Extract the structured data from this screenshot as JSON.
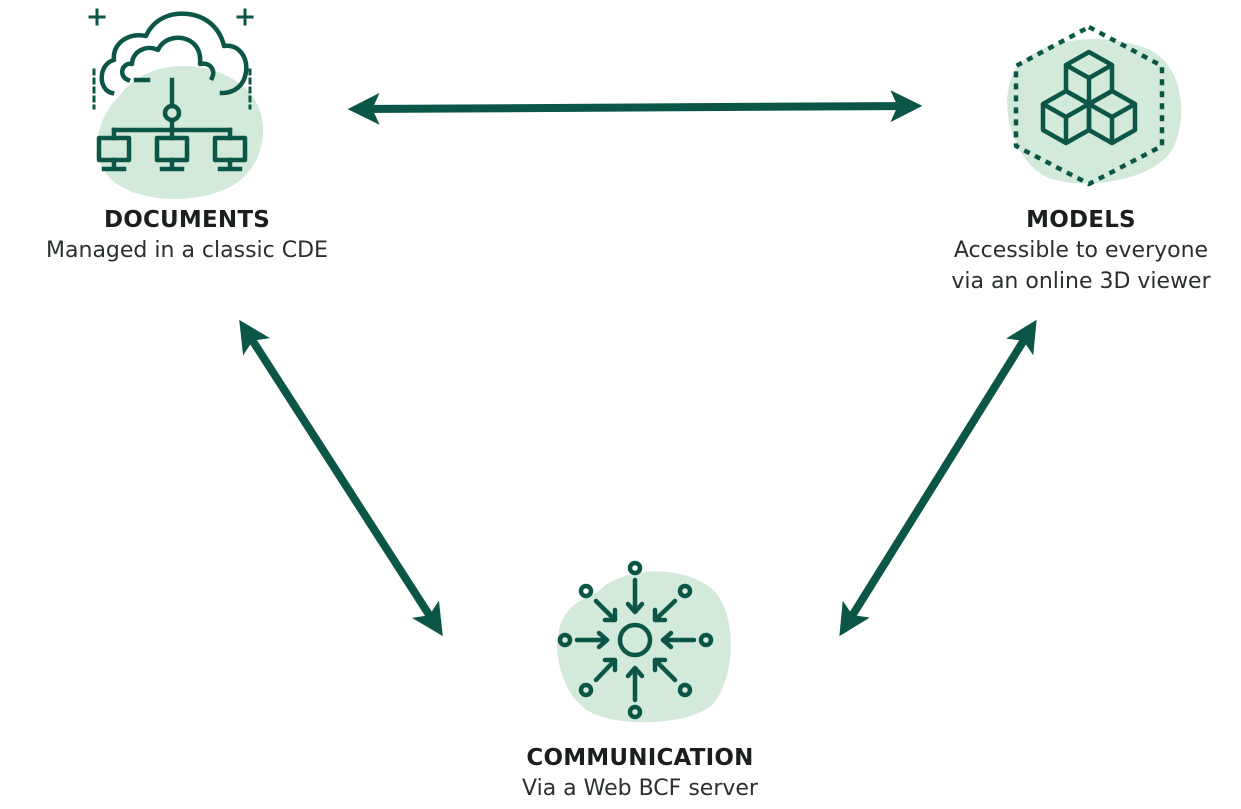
{
  "colors": {
    "accent": "#0b5646",
    "blob": "#d3eadb",
    "text": "#1a1f1d"
  },
  "nodes": {
    "documents": {
      "title": "DOCUMENTS",
      "subtitle": "Managed in a classic CDE",
      "icon": "cloud-network-icon"
    },
    "models": {
      "title": "MODELS",
      "subtitle_line1": "Accessible to everyone",
      "subtitle_line2": "via an online 3D viewer",
      "icon": "cubes-hexagon-icon"
    },
    "communication": {
      "title": "COMMUNICATION",
      "subtitle": "Via a Web BCF server",
      "icon": "convergence-hub-icon"
    }
  },
  "edges": [
    {
      "from": "documents",
      "to": "models",
      "direction": "both"
    },
    {
      "from": "documents",
      "to": "communication",
      "direction": "both"
    },
    {
      "from": "models",
      "to": "communication",
      "direction": "both"
    }
  ]
}
